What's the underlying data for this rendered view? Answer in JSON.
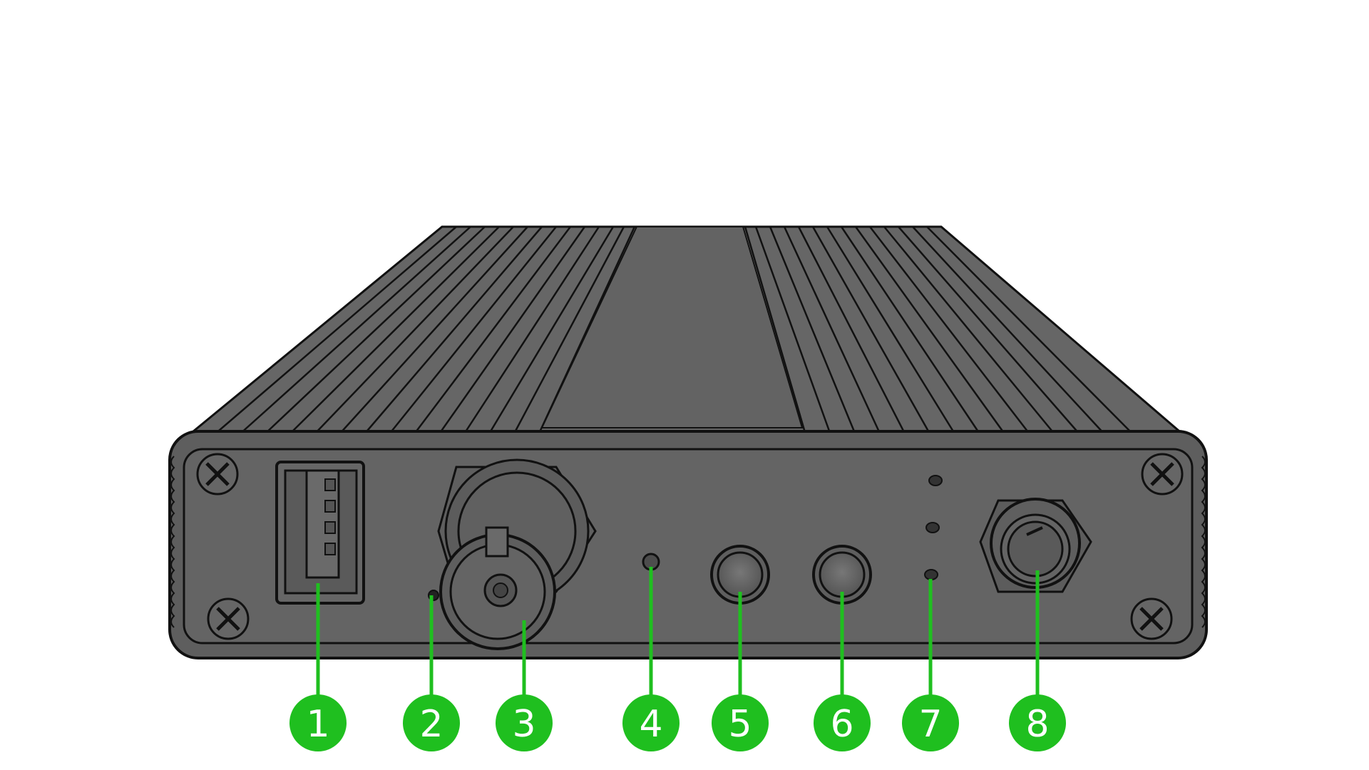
{
  "diagram": {
    "colors": {
      "background": "#ffffff",
      "enclosure": "#666666",
      "enclosure_dark": "#4f4f4f",
      "outline": "#111111",
      "callout": "#1fbf1f"
    },
    "callouts": [
      {
        "label": "1",
        "part": "usb-port"
      },
      {
        "label": "2",
        "part": "pinhole"
      },
      {
        "label": "3",
        "part": "bnc-connector"
      },
      {
        "label": "4",
        "part": "indicator-led"
      },
      {
        "label": "5",
        "part": "push-button-left"
      },
      {
        "label": "6",
        "part": "push-button-right"
      },
      {
        "label": "7",
        "part": "status-led-column"
      },
      {
        "label": "8",
        "part": "power-connector"
      }
    ]
  }
}
